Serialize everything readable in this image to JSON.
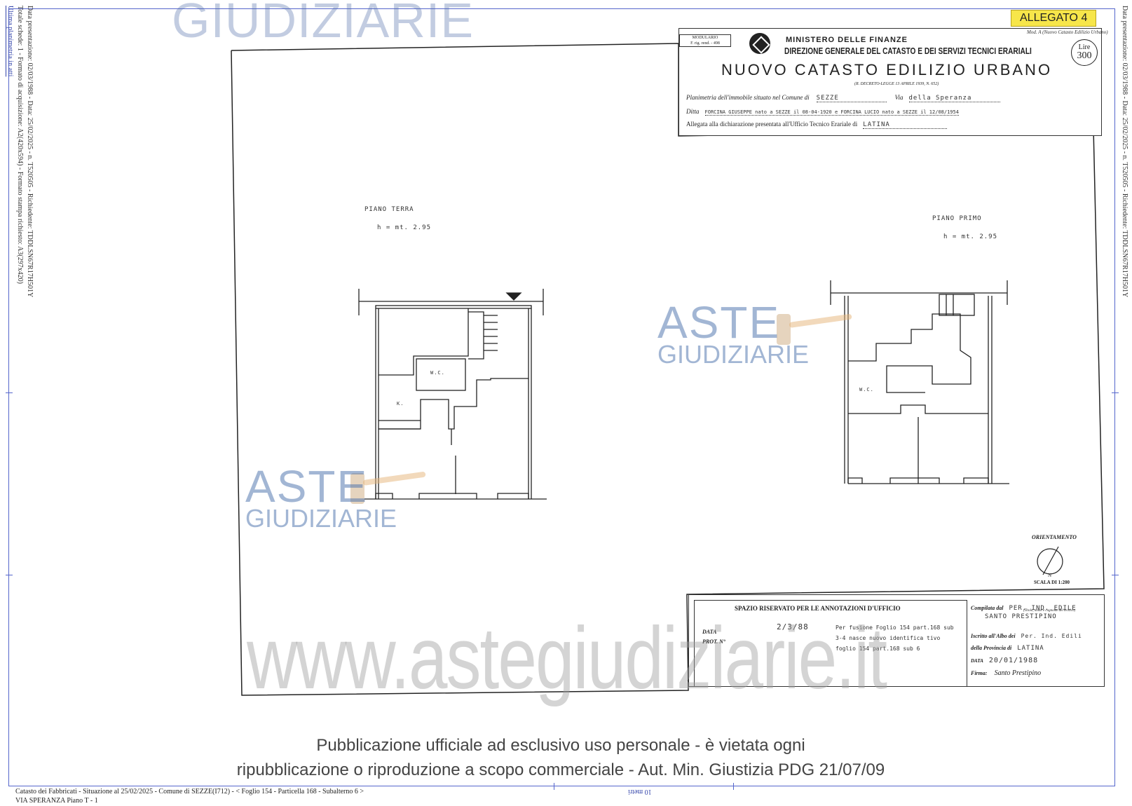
{
  "top_watermark": "GIUDIZIARIE",
  "allegato": "ALLEGATO 4",
  "left_margin": {
    "line1": "Data presentazione: 02/03/1988 - Data: 25/02/2025 - n. T520505 - Richiedente: TDDLSN67R17H501Y",
    "line2": "Totale schede: 1 - Formato di acquisizione: A2(420x594) - Formato stampa richiesto: A3(297x420)",
    "line3": "Ultima planimetria in atti"
  },
  "right_margin": {
    "line1": "Data presentazione: 02/03/1988 - Data: 25/02/2025 - n. T520505 - Richiedente: TDDLSN67R17H501Y"
  },
  "title_block": {
    "modulario": "MODULARIO",
    "modulario_sub": "F. rig. rend. - 498",
    "mod_a": "Mod. A (Nuovo Catasto Edilizio Urbano)",
    "lire_label": "Lire",
    "lire_value": "300",
    "ministero": "MINISTERO DELLE FINANZE",
    "direzione": "DIREZIONE GENERALE DEL CATASTO E DEI SERVIZI TECNICI ERARIALI",
    "nuovo_catasto": "NUOVO CATASTO EDILIZIO URBANO",
    "decreto": "(R. DECRETO-LEGGE 13 APRILE 1939, N. 652)",
    "planimetria_label": "Planimetria dell'immobile situato nel Comune di",
    "comune": "SEZZE",
    "via_label": "Via",
    "via": "della Speranza",
    "ditta_label": "Ditta",
    "ditta": "FORCINA GIUSEPPE nato a SEZZE il 08-04-1920 e FORCINA LUCIO nato a SEZZE il 12/08/1954",
    "allegata_label": "Allegata alla dichiarazione presentata all'Ufficio Tecnico Erariale di",
    "ufficio": "LATINA"
  },
  "floors": {
    "terra_title": "PIANO TERRA",
    "terra_height": "h = mt. 2.95",
    "primo_title": "PIANO PRIMO",
    "primo_height": "h = mt. 2.95",
    "room_wc": "W.C.",
    "room_k": "K.",
    "room_wc2": "W.C."
  },
  "aste_watermark": {
    "word1": "ASTE",
    "word2": "GIUDIZIARIE"
  },
  "orientamento": {
    "label": "ORIENTAMENTO",
    "north": "N",
    "scala": "SCALA DI 1:200"
  },
  "annotations": {
    "header": "SPAZIO RISERVATO PER LE ANNOTAZIONI D'UFFICIO",
    "data_label": "DATA",
    "prot_label": "PROT. N°",
    "data_value": "2/3/88",
    "note": "Per fusione Foglio 154 part.168 sub 3-4 nasce nuovo identifica tivo foglio 154 part.168 sub 6",
    "compilata_label": "Compilata dal",
    "compilata_value": "PER. IND. EDILE",
    "compilata_sub": "(Titolo, nome e cognome del tecnico)",
    "tecnico": "SANTO PRESTIPINO",
    "iscritto_label": "Iscritto all'Albo dei",
    "iscritto_value": "Per. Ind. Edili",
    "provincia_label": "della Provincia di",
    "provincia_value": "LATINA",
    "data2_label": "DATA",
    "data2_value": "20/01/1988",
    "firma_label": "Firma:",
    "firma_value": "Santo Prestipino"
  },
  "big_watermark": "www.astegiudiziarie.it",
  "publication": {
    "line1": "Pubblicazione ufficiale ad esclusivo uso personale - è vietata ogni",
    "line2": "ripubblicazione o riproduzione a scopo commerciale - Aut. Min. Giustizia PDG 21/07/09"
  },
  "footer": {
    "line1": "Catasto dei Fabbricati - Situazione al 25/02/2025 - Comune di SEZZE(I712) - <  Foglio 154 - Particella  168 - Subalterno 6 >",
    "line2": "VIA SPERANZA Piano T - 1",
    "scale_label": "10 metri"
  }
}
